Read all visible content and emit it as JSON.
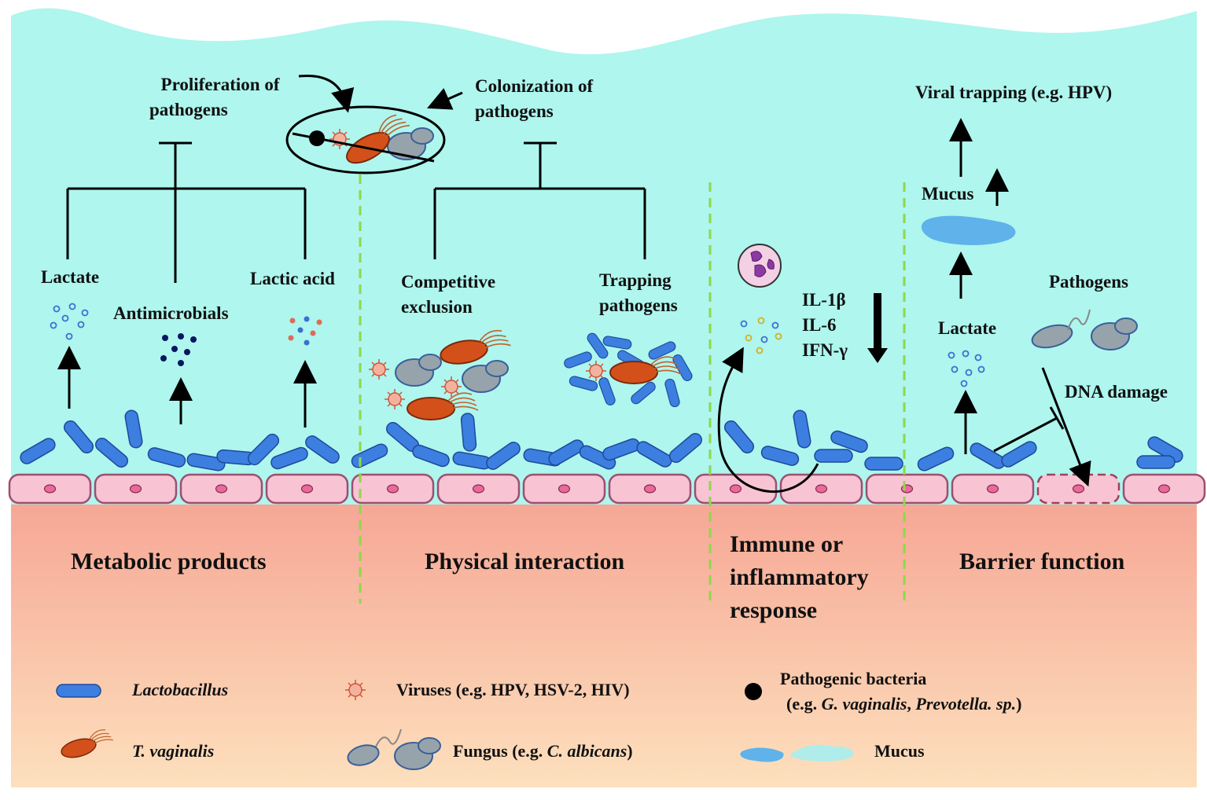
{
  "sections": {
    "metabolic": "Metabolic products",
    "physical": "Physical interaction",
    "immune_1": "Immune or",
    "immune_2": "inflammatory",
    "immune_3": "response",
    "barrier": "Barrier function"
  },
  "labels": {
    "proliferation_1": "Proliferation of",
    "proliferation_2": "pathogens",
    "colonization_1": "Colonization of",
    "colonization_2": "pathogens",
    "lactate": "Lactate",
    "antimicrobials": "Antimicrobials",
    "lactic_acid": "Lactic acid",
    "competitive_1": "Competitive",
    "competitive_2": "exclusion",
    "trapping_1": "Trapping",
    "trapping_2": "pathogens",
    "il1b": "IL-1β",
    "il6": "IL-6",
    "ifng": "IFN-γ",
    "viral_trapping": "Viral trapping (e.g. HPV)",
    "mucus": "Mucus",
    "lactate_barrier": "Lactate",
    "pathogens": "Pathogens",
    "dna_damage": "DNA damage"
  },
  "legend": {
    "lactobacillus": "Lactobacillus",
    "t_vaginalis": "T. vaginalis",
    "viruses": "Viruses (e.g. HPV, HSV-2, HIV)",
    "fungus_prefix": "Fungus (e.g. ",
    "fungus_species": "C. albicans",
    "fungus_suffix": ")",
    "pathogenic_bacteria": "Pathogenic bacteria",
    "pb_prefix": "(e.g. ",
    "pb_species_1": "G. vaginalis",
    "pb_sep": ", ",
    "pb_species_2": "Prevotella. sp.",
    "pb_suffix": ")",
    "mucus": "Mucus"
  },
  "colors": {
    "lumen": "#aef6ee",
    "tissue_top": "#f6a795",
    "tissue_bottom": "#fde0bd",
    "lactobacillus": "#3d7fe0",
    "epithelium": "#f8c4d4",
    "divider": "#8ed84a",
    "t_vaginalis": "#d4501a",
    "fungus": "#97a3ab",
    "mucus": "#5fb2ea"
  }
}
